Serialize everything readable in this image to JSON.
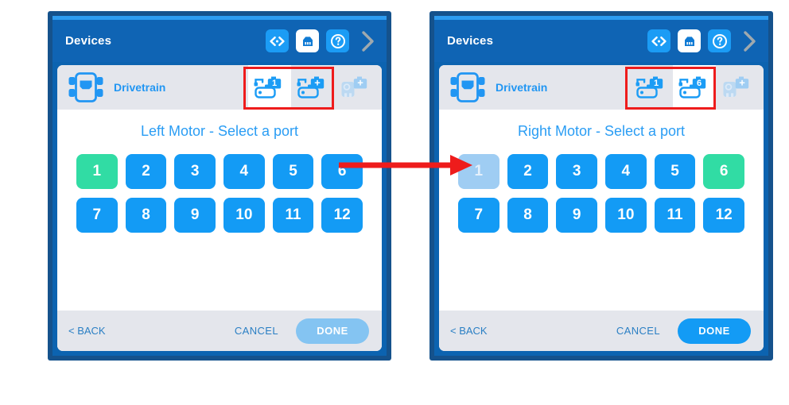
{
  "accent": {
    "frame_navy": "#15528c",
    "header_blue": "#0f64b4",
    "top_strip": "#2d9cf0",
    "port_blue": "#139bf5",
    "port_green": "#31dca4",
    "port_disabled": "#9fcdf3",
    "device_row_gray": "#e4e6ec",
    "highlight_red": "#ee1c1c",
    "link_blue": "#2a7fc4",
    "title_blue": "#2a9df4"
  },
  "panels": [
    {
      "id": "left",
      "header": {
        "title": "Devices",
        "icons": [
          {
            "name": "code-icon",
            "glyph": "<>",
            "active": false
          },
          {
            "name": "device-port-icon",
            "glyph": "port",
            "active": true
          },
          {
            "name": "help-icon",
            "glyph": "?",
            "active": false
          }
        ],
        "chevron": "›"
      },
      "device_row": {
        "icon": "drivetrain-icon",
        "name": "Drivetrain",
        "slots": [
          {
            "name": "motor-slot-left",
            "badge": "1",
            "selected": true,
            "faded": false
          },
          {
            "name": "motor-slot-right",
            "badge": "+",
            "selected": false,
            "faded": false
          },
          {
            "name": "sensor-slot-add",
            "badge": "+",
            "selected": false,
            "faded": true
          }
        ],
        "highlight_slots": [
          0,
          1
        ]
      },
      "chooser": {
        "title": "Left Motor - Select a port",
        "ports": [
          {
            "label": "1",
            "state": "selected"
          },
          {
            "label": "2",
            "state": "available"
          },
          {
            "label": "3",
            "state": "available"
          },
          {
            "label": "4",
            "state": "available"
          },
          {
            "label": "5",
            "state": "available"
          },
          {
            "label": "6",
            "state": "available"
          },
          {
            "label": "7",
            "state": "available"
          },
          {
            "label": "8",
            "state": "available"
          },
          {
            "label": "9",
            "state": "available"
          },
          {
            "label": "10",
            "state": "available"
          },
          {
            "label": "11",
            "state": "available"
          },
          {
            "label": "12",
            "state": "available"
          }
        ]
      },
      "footer": {
        "back": "< BACK",
        "cancel": "CANCEL",
        "done": "DONE",
        "done_enabled": false
      }
    },
    {
      "id": "right",
      "header": {
        "title": "Devices",
        "icons": [
          {
            "name": "code-icon",
            "glyph": "<>",
            "active": false
          },
          {
            "name": "device-port-icon",
            "glyph": "port",
            "active": true
          },
          {
            "name": "help-icon",
            "glyph": "?",
            "active": false
          }
        ],
        "chevron": "›"
      },
      "device_row": {
        "icon": "drivetrain-icon",
        "name": "Drivetrain",
        "slots": [
          {
            "name": "motor-slot-left",
            "badge": "1",
            "selected": false,
            "faded": false
          },
          {
            "name": "motor-slot-right",
            "badge": "6",
            "selected": true,
            "faded": false
          },
          {
            "name": "sensor-slot-add",
            "badge": "+",
            "selected": false,
            "faded": true
          }
        ],
        "highlight_slots": [
          0,
          1
        ]
      },
      "chooser": {
        "title": "Right Motor - Select a port",
        "ports": [
          {
            "label": "1",
            "state": "disabled"
          },
          {
            "label": "2",
            "state": "available"
          },
          {
            "label": "3",
            "state": "available"
          },
          {
            "label": "4",
            "state": "available"
          },
          {
            "label": "5",
            "state": "available"
          },
          {
            "label": "6",
            "state": "selected"
          },
          {
            "label": "7",
            "state": "available"
          },
          {
            "label": "8",
            "state": "available"
          },
          {
            "label": "9",
            "state": "available"
          },
          {
            "label": "10",
            "state": "available"
          },
          {
            "label": "11",
            "state": "available"
          },
          {
            "label": "12",
            "state": "available"
          }
        ]
      },
      "footer": {
        "back": "< BACK",
        "cancel": "CANCEL",
        "done": "DONE",
        "done_enabled": true
      }
    }
  ],
  "annotation": {
    "arrow": {
      "name": "flow-arrow",
      "color": "#ee1c1c",
      "direction": "left-to-right"
    }
  }
}
